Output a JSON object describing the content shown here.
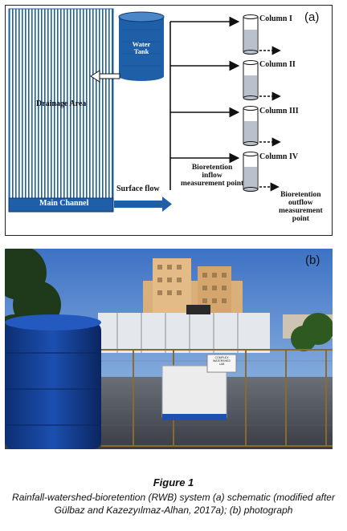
{
  "panel_a": {
    "letter": "(a)",
    "drainage_area": "Drainage Area",
    "main_channel": "Main Channel",
    "water_tank": "Water\nTank",
    "surface_flow": "Surface flow",
    "columns": [
      "Column I",
      "Column II",
      "Column III",
      "Column IV"
    ],
    "inflow_point": "Bioretention\ninflow\nmeasurement point",
    "outflow_point": "Bioretention\noutflow\nmeasurement\npoint",
    "colors": {
      "blue": "#1f5fa8",
      "dark": "#111111"
    }
  },
  "panel_b": {
    "letter": "(b)",
    "sign_text": "COMPLEX WATERSHED\nLAB"
  },
  "caption": {
    "title": "Figure 1",
    "text": "Rainfall-watershed-bioretention (RWB) system (a) schematic (modified after Gülbaz and Kazezyılmaz-Alhan, 2017a); (b) photograph"
  }
}
